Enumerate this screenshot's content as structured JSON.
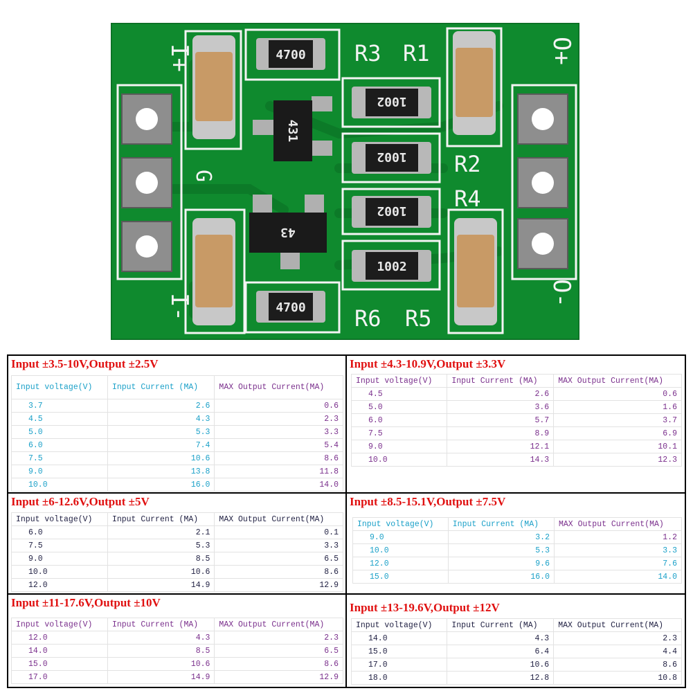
{
  "colors": {
    "board_green": "#0f8a2e",
    "silkscreen": "#f4f4f4",
    "title_red": "#e01010",
    "value_blue": "#1aa0c8",
    "value_purple": "#7a2f8c"
  },
  "board": {
    "labels": {
      "r1": "R1",
      "r2": "R2",
      "r3": "R3",
      "r4": "R4",
      "r5": "R5",
      "r6": "R6",
      "in_plus": "I+",
      "in_minus": "I-",
      "out_plus": "O+",
      "out_minus": "O-",
      "ground": "G"
    },
    "resistor_codes": {
      "top": "4700",
      "bottom": "4700",
      "r1": "1002",
      "r2": "1002",
      "r4": "1002",
      "r5": "1002"
    },
    "chip_markings": {
      "upper": "431",
      "lower": "43"
    }
  },
  "headers": {
    "input_voltage": "Input voltage(V)",
    "input_current": "Input Current (MA)",
    "max_output_current": "MAX Output Current(MA)"
  },
  "tables": [
    {
      "title": "Input ±3.5-10V,Output ±2.5V",
      "rows": [
        [
          "3.7",
          "2.6",
          "0.6"
        ],
        [
          "4.5",
          "4.3",
          "2.3"
        ],
        [
          "5.0",
          "5.3",
          "3.3"
        ],
        [
          "6.0",
          "7.4",
          "5.4"
        ],
        [
          "7.5",
          "10.6",
          "8.6"
        ],
        [
          "9.0",
          "13.8",
          "11.8"
        ],
        [
          "10.0",
          "16.0",
          "14.0"
        ]
      ]
    },
    {
      "title": "Input ±4.3-10.9V,Output ±3.3V",
      "rows": [
        [
          "4.5",
          "2.6",
          "0.6"
        ],
        [
          "5.0",
          "3.6",
          "1.6"
        ],
        [
          "6.0",
          "5.7",
          "3.7"
        ],
        [
          "7.5",
          "8.9",
          "6.9"
        ],
        [
          "9.0",
          "12.1",
          "10.1"
        ],
        [
          "10.0",
          "14.3",
          "12.3"
        ]
      ]
    },
    {
      "title": "Input ±6-12.6V,Output ±5V",
      "rows": [
        [
          "6.0",
          "2.1",
          "0.1"
        ],
        [
          "7.5",
          "5.3",
          "3.3"
        ],
        [
          "9.0",
          "8.5",
          "6.5"
        ],
        [
          "10.0",
          "10.6",
          "8.6"
        ],
        [
          "12.0",
          "14.9",
          "12.9"
        ]
      ]
    },
    {
      "title": "Input ±8.5-15.1V,Output ±7.5V",
      "rows": [
        [
          "9.0",
          "3.2",
          "1.2"
        ],
        [
          "10.0",
          "5.3",
          "3.3"
        ],
        [
          "12.0",
          "9.6",
          "7.6"
        ],
        [
          "15.0",
          "16.0",
          "14.0"
        ]
      ]
    },
    {
      "title": "Input ±11-17.6V,Output ±10V",
      "rows": [
        [
          "12.0",
          "4.3",
          "2.3"
        ],
        [
          "14.0",
          "8.5",
          "6.5"
        ],
        [
          "15.0",
          "10.6",
          "8.6"
        ],
        [
          "17.0",
          "14.9",
          "12.9"
        ]
      ]
    },
    {
      "title": "Input ±13-19.6V,Output ±12V",
      "rows": [
        [
          "14.0",
          "4.3",
          "2.3"
        ],
        [
          "15.0",
          "6.4",
          "4.4"
        ],
        [
          "17.0",
          "10.6",
          "8.6"
        ],
        [
          "18.0",
          "12.8",
          "10.8"
        ]
      ]
    }
  ]
}
